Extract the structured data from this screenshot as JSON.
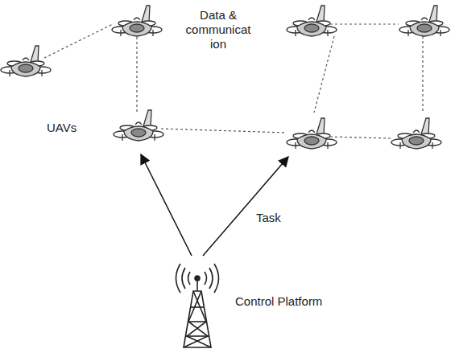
{
  "diagram": {
    "labels": [
      "Data & communicat ion",
      "UAVs",
      "Task",
      "Control Platform"
    ]
  }
}
